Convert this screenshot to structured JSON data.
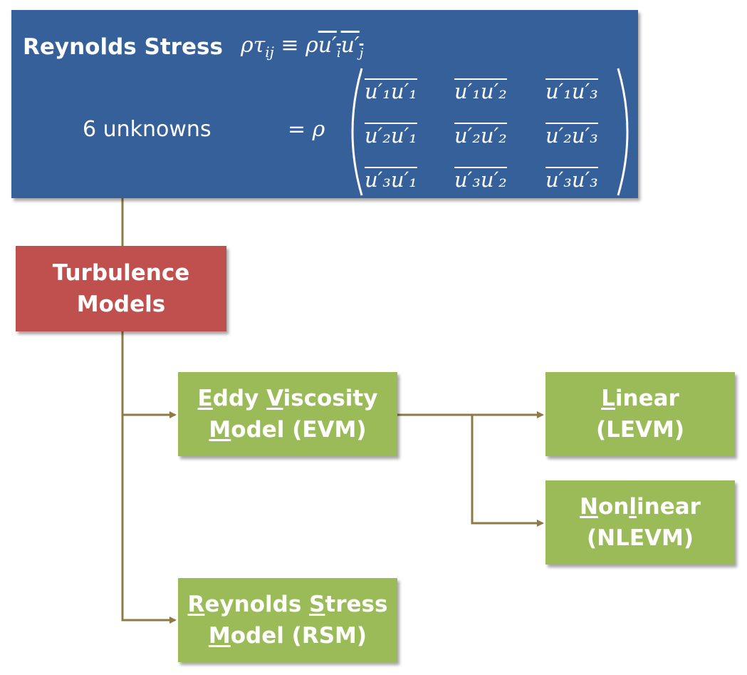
{
  "reynolds_stress": {
    "title": "Reynolds Stress",
    "definition": "ρτ",
    "definition_sub": "ij",
    "definition_eq": "≡ ρ",
    "unknowns_label": "6 unknowns",
    "equals": "= ρ",
    "matrix": [
      [
        "u′₁u′₁",
        "u′₁u′₂",
        "u′₁u′₃"
      ],
      [
        "u′₂u′₁",
        "u′₂u′₂",
        "u′₂u′₃"
      ],
      [
        "u′₃u′₁",
        "u′₃u′₂",
        "u′₃u′₃"
      ]
    ]
  },
  "turbulence_models": {
    "label": "Turbulence Models"
  },
  "evm": {
    "parts": [
      {
        "u": "E",
        "t": "ddy "
      },
      {
        "u": "V",
        "t": "iscosity\n"
      },
      {
        "u": "M",
        "t": "odel (EVM)"
      }
    ]
  },
  "rsm": {
    "parts": [
      {
        "u": "R",
        "t": "eynolds "
      },
      {
        "u": "S",
        "t": "tress\n"
      },
      {
        "u": "M",
        "t": "odel (RSM)"
      }
    ]
  },
  "linear": {
    "parts": [
      {
        "u": "L",
        "t": "inear\n(LEVM)"
      }
    ]
  },
  "nonlinear": {
    "parts": [
      {
        "u": "N",
        "t": "on"
      },
      {
        "u": "l",
        "t": "inear\n(NLEVM)"
      }
    ]
  },
  "colors": {
    "header_blue": "#36609A",
    "turbulence_red": "#C0504D",
    "model_green": "#9BBB59",
    "connector": "#8C7B47"
  }
}
